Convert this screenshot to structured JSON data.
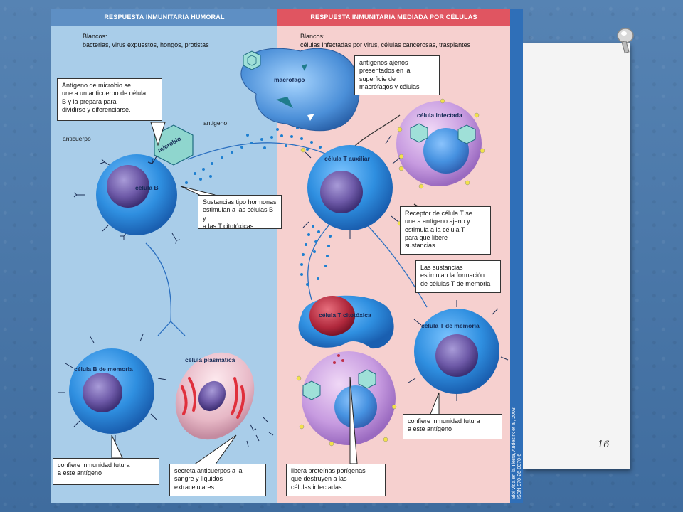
{
  "headers": {
    "left": "RESPUESTA INMUNITARIA HUMORAL",
    "right": "RESPUESTA INMUNITARIA MEDIADA POR CÉLULAS"
  },
  "targets": {
    "left": "Blancos:\nbacterias, virus expuestos, hongos, protistas",
    "right": "Blancos:\ncélulas infectadas por virus, células cancerosas, trasplantes"
  },
  "callouts": {
    "antigen_microbe": "Antígeno de microbio se\nune a un anticuerpo de célula\nB y la prepara para\ndividirse y diferenciarse.",
    "foreign_antigens": "antígenos ajenos\npresentados en la\nsuperficie de\nmacrófagos y células",
    "hormones": "Sustancias tipo hormonas\nestimulan a las células B y\na las T citotóxicas.",
    "receptor": "Receptor de célula T se\nune a antígeno ajeno y\nestimula a la célula T\npara que libere\nsustancias.",
    "memory_formation": "Las sustancias\nestimulan la formación\nde células T de memoria",
    "immunity_b": "confiere inmunidad futura\na este antígeno",
    "antibodies": "secreta anticuerpos a la\nsangre y líquidos\nextracelulares",
    "proteins": "libera proteínas porígenas\nque destruyen a las\ncélulas infectadas",
    "immunity_t": "confiere inmunidad futura\na este antígeno"
  },
  "labels": {
    "macrophage": "macrófago",
    "infected_cell": "célula infectada",
    "antigen": "antígeno",
    "microbe": "microbio",
    "antibody": "anticuerpo",
    "b_cell": "célula B",
    "helper_t": "célula T auxiliar",
    "cytotoxic_t": "célula T citotóxica",
    "memory_t": "célula T de memoria",
    "memory_b": "célula B de memoria",
    "plasma_cell": "célula plasmática"
  },
  "credit": "Biol vida en la Tierra, Audesirk et al, 2003\nISBN 970-26-0370-6",
  "page_number": "16",
  "colors": {
    "humoral_bg": "#a9cde9",
    "cellular_bg": "#f6d0cf",
    "header_left": "#5e8fc4",
    "header_right": "#e05561",
    "cell_blue": "#2f8fe0",
    "nucleus_purple": "#6e5aa8",
    "dot_blue": "#1e7fd0"
  }
}
